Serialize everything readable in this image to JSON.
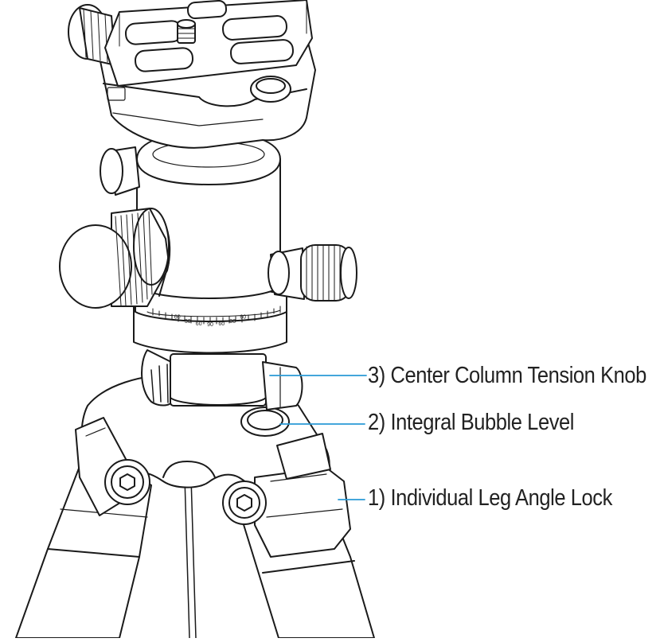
{
  "diagram": {
    "callouts": [
      {
        "number": "3",
        "label": "3) Center Column Tension Knob"
      },
      {
        "number": "2",
        "label": "2) Integral Bubble Level"
      },
      {
        "number": "1",
        "label": "1) Individual Leg Angle Lock"
      }
    ],
    "dial_scale_marks": [
      "60",
      "30",
      "60",
      "90",
      "60",
      "30",
      "60"
    ]
  },
  "colors": {
    "leader_line": "#2a9ad6",
    "line_art": "#1a1a1a",
    "label_text": "#222222"
  }
}
